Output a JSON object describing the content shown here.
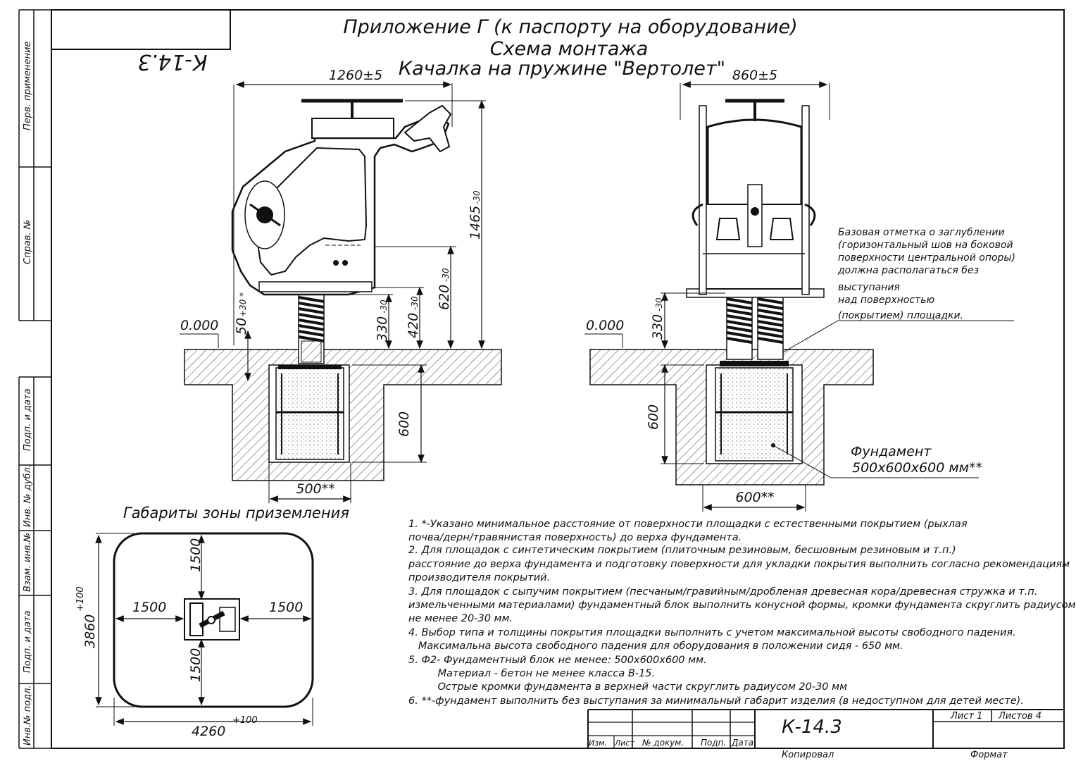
{
  "title_box": {
    "code_mirrored": "К-14.3"
  },
  "header": {
    "line1": "Приложение Г (к паспорту на оборудование)",
    "line2": "Схема монтажа",
    "line3": "Качалка на пружине \"Вертолет\""
  },
  "side_strip": {
    "top1": "Перв. применение",
    "top2": "Справ. №",
    "b1": "Подп. и дата",
    "b2": "Инв. № дубл.",
    "b3": "Взам. инв.№",
    "b4": "Подп. и дата",
    "b5": "Инв.№ подл."
  },
  "left_view": {
    "width_dim": "1260±5",
    "h_total": "1465",
    "h_total_tol": "-30",
    "h_620": "620",
    "h_620_tol": "-30",
    "h_420": "420",
    "h_420_tol": "-30",
    "h_330": "330",
    "h_330_tol": "-30",
    "h_50": "50",
    "h_50_tol": "+30 *",
    "zero": "0.000",
    "depth": "600",
    "found_width": "500**"
  },
  "right_view": {
    "width_dim": "860±5",
    "h_330": "330",
    "h_330_tol": "-30",
    "zero": "0.000",
    "depth": "600",
    "found_width": "600**",
    "found_label_1": "Фундамент",
    "found_label_2": "500х600х600 мм**",
    "base_note": [
      "Базовая отметка о заглублении",
      "(горизонтальный шов на боковой",
      "поверхности центральной опоры)",
      "должна располагаться без",
      "выступания",
      "над поверхностью",
      "(покрытием) площадки."
    ]
  },
  "zone": {
    "title": "Габариты зоны приземления",
    "top": "1500",
    "bottom": "1500",
    "left": "1500",
    "right": "1500",
    "height": "3860",
    "height_tol": "+100",
    "width": "4260",
    "width_tol": "+100"
  },
  "notes": [
    "1. *-Указано минимальное расстояние от поверхности площадки с естественными покрытием (рыхлая",
    "почва/дерн/травянистая поверхность) до верха фундамента.",
    "2. Для площадок с синтетическим покрытием (плиточным резиновым, бесшовным резиновым и т.п.)",
    "расстояние до верха фундамента и подготовку поверхности для укладки покрытия выполнить согласно рекомендациям",
    "производителя покрытий.",
    "3. Для площадок с сыпучим покрытием (песчаным/гравийным/дробленая древесная кора/древесная стружка и т.п.",
    "измельченными материалами) фундаментный блок выполнить конусной формы, кромки фундамента скруглить радиусом",
    "не менее 20-30 мм.",
    "4. Выбор типа и толщины покрытия площадки выполнить с учетом максимальной высоты свободного падения.",
    "   Максимальна высота свободного падения для оборудования в положении сидя - 650 мм.",
    "5. Ф2- Фундаментный блок не менее: 500х600х600 мм.",
    "         Материал - бетон не менее класса В-15.",
    "         Острые кромки фундамента в верхней части скруглить радиусом 20-30 мм",
    "6. **-фундамент выполнить без выступания за минимальный габарит изделия (в недоступном для детей месте)."
  ],
  "stamp": {
    "code": "К-14.3",
    "izm": "Изм.",
    "list": "Лист",
    "doc": "№ докум.",
    "podp": "Подп.",
    "data": "Дата",
    "sheet": "Лист 1",
    "sheets": "Листов 4",
    "copied": "Копировал",
    "format": "Формат"
  }
}
